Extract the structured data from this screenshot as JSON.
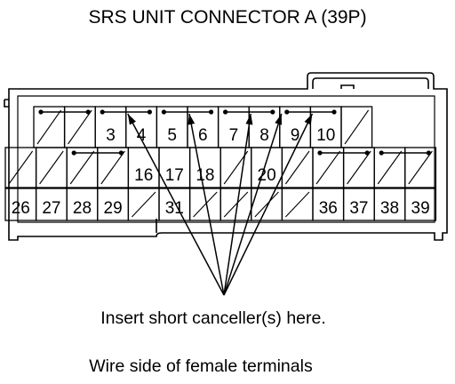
{
  "title": "SRS UNIT CONNECTOR A (39P)",
  "instruction": "Insert short canceller(s) here.",
  "footer": "Wire side of female terminals",
  "row1": [
    "",
    "",
    "3",
    "4",
    "5",
    "6",
    "7",
    "8",
    "9",
    "10",
    ""
  ],
  "row2": [
    "",
    "",
    "",
    "",
    "16",
    "17",
    "18",
    "",
    "20",
    "",
    "",
    "",
    "",
    ""
  ],
  "row3": [
    "26",
    "27",
    "28",
    "29",
    "",
    "31",
    "",
    "",
    "",
    "",
    "36",
    "37",
    "38",
    "39"
  ],
  "short_cancellers": [
    {
      "row": 1,
      "from": 0,
      "to": 1
    },
    {
      "row": 1,
      "from": 2,
      "to": 3
    },
    {
      "row": 1,
      "from": 4,
      "to": 5
    },
    {
      "row": 1,
      "from": 6,
      "to": 7
    },
    {
      "row": 1,
      "from": 8,
      "to": 9
    },
    {
      "row": 2,
      "from": 2,
      "to": 3
    },
    {
      "row": 2,
      "from": 10,
      "to": 11
    },
    {
      "row": 2,
      "from": 12,
      "to": 13
    }
  ],
  "arrow_targets": [
    {
      "row": 1,
      "between": [
        3,
        3
      ]
    },
    {
      "row": 1,
      "between": [
        5,
        5
      ]
    },
    {
      "row": 1,
      "between": [
        7,
        7
      ]
    },
    {
      "row": 1,
      "between": [
        8,
        8
      ]
    },
    {
      "row": 1,
      "between": [
        9,
        9
      ]
    }
  ]
}
